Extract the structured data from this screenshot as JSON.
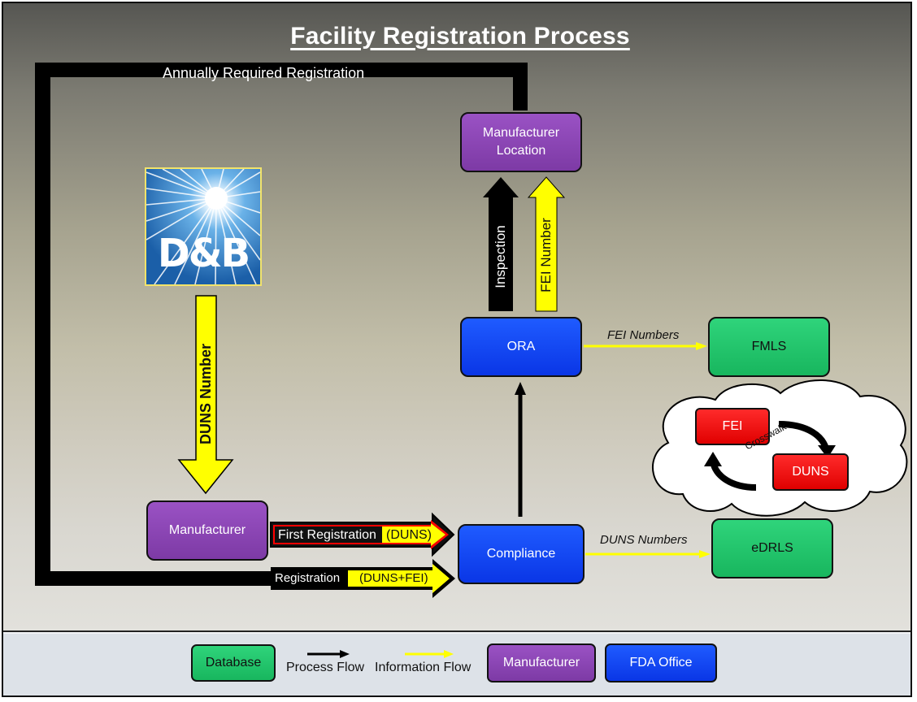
{
  "title": "Facility Registration Process",
  "annual_label": "Annually Required Registration",
  "logo_text": "D&B",
  "duns_number_label": "DUNS Number",
  "nodes": {
    "manufacturer_location": "Manufacturer Location",
    "ora": "ORA",
    "fmls": "FMLS",
    "manufacturer": "Manufacturer",
    "compliance": "Compliance",
    "edrls": "eDRLS",
    "fei": "FEI",
    "duns": "DUNS"
  },
  "arrows": {
    "inspection": "Inspection",
    "fei_number": "FEI Number",
    "fei_numbers": "FEI Numbers",
    "duns_numbers": "DUNS Numbers",
    "first_registration": "First Registration",
    "first_registration_tag": "(DUNS)",
    "registration": "Registration",
    "registration_tag": "(DUNS+FEI)",
    "crosswalk": "Crosswalk"
  },
  "legend": {
    "database": "Database",
    "process_flow": "Process Flow",
    "information_flow": "Information Flow",
    "manufacturer": "Manufacturer",
    "fda_office": "FDA Office"
  },
  "colors": {
    "manufacturer": "#8a44b8",
    "fda_office": "#0f3ff0",
    "database": "#22c56a",
    "crosswalk": "#ff0000",
    "information_flow": "#ffff00",
    "process_flow": "#000000"
  }
}
